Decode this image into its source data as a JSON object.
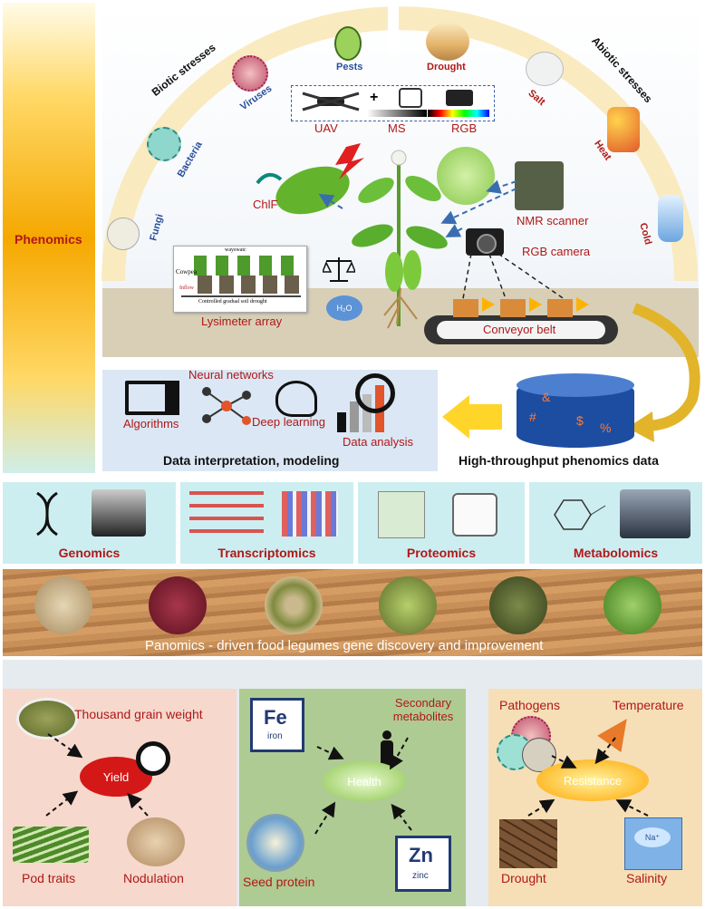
{
  "phenomics": {
    "side_label": "Phenomics",
    "biotic_title": "Biotic stresses",
    "abiotic_title": "Abiotic stresses",
    "biotic": [
      "Pests",
      "Viruses",
      "Bacteria",
      "Fungi"
    ],
    "abiotic": [
      "Drought",
      "Salt",
      "Heat",
      "Cold"
    ],
    "sensors": {
      "plus": "+",
      "uav": "UAV",
      "ms": "MS",
      "rgb": "RGB"
    },
    "tools": {
      "chlf": "ChlF",
      "nmr": "NMR scanner",
      "rgb_camera": "RGB camera",
      "lysimeter": "Lysimeter array",
      "conveyor": "Conveyor belt",
      "h2o": "H₂O",
      "ly_top": "wayswatc",
      "ly_cowpea": "Cowpea",
      "ly_inflow": "Inflow",
      "ly_bottom": "Controlled gradual soil drought"
    }
  },
  "interpretation": {
    "neural_networks": "Neural networks",
    "algorithms": "Algorithms",
    "deep_learning": "Deep learning",
    "data_analysis": "Data analysis",
    "title": "Data interpretation, modeling"
  },
  "database": {
    "title": "High-throughput phenomics data",
    "symbols": [
      "&",
      "#",
      "$",
      "%"
    ]
  },
  "omics": [
    {
      "label": "Genomics"
    },
    {
      "label": "Transcriptomics"
    },
    {
      "label": "Proteomics"
    },
    {
      "label": "Metabolomics"
    }
  ],
  "panomics": {
    "text": "Panomics - driven food legumes gene discovery and improvement"
  },
  "yield_panel": {
    "center": "Yield",
    "tgw": "Thousand grain weight",
    "pod": "Pod traits",
    "nodulation": "Nodulation"
  },
  "health_panel": {
    "center": "Health",
    "fe": "Fe",
    "fe_sub": "iron",
    "zn": "Zn",
    "zn_sub": "zinc",
    "secondary": "Secondary metabolites",
    "seed_protein": "Seed protein"
  },
  "resistance_panel": {
    "center": "Resistance",
    "pathogens": "Pathogens",
    "temperature": "Temperature",
    "drought": "Drought",
    "salinity": "Salinity",
    "na": "Na⁺"
  },
  "colors": {
    "phenomics_bar": "#f5a800",
    "red_text": "#b01818",
    "blue_text": "#2a4f9a",
    "omics_card": "#cdeef1",
    "yield_bg": "#f6d8cc",
    "health_bg": "#aecb93",
    "resistance_bg": "#f6dfb6",
    "arrow_yellow": "#ffd52a"
  }
}
